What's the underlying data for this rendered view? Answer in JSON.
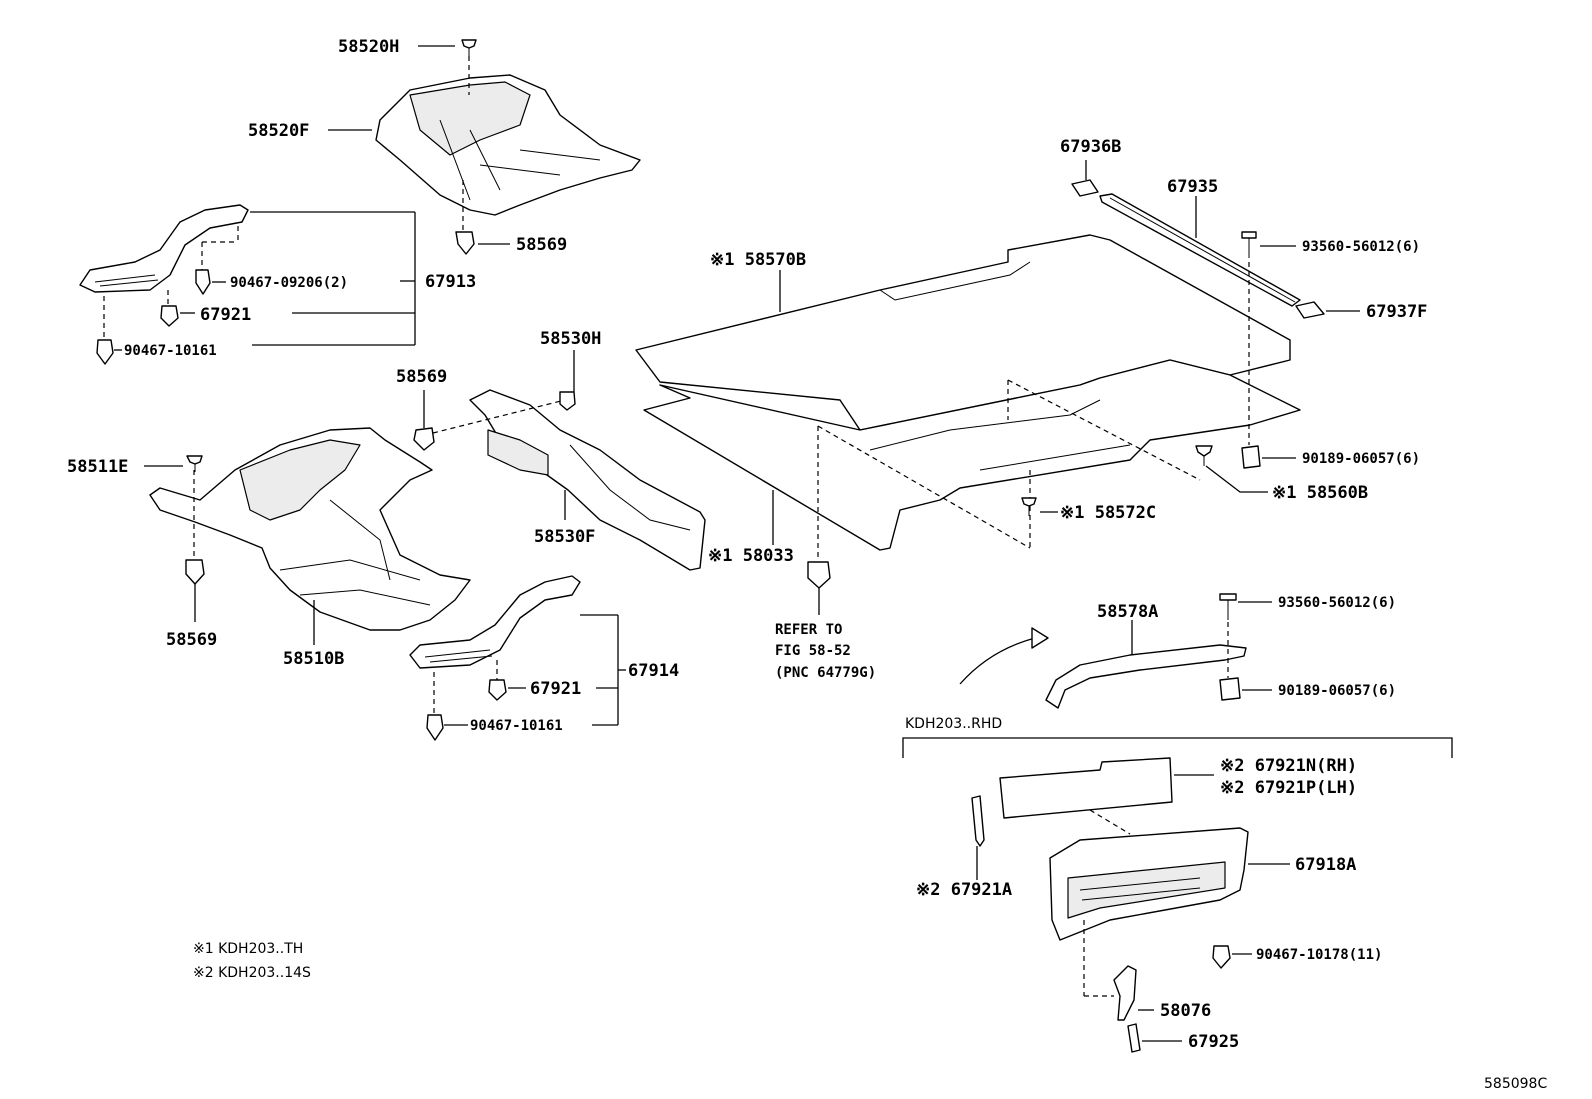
{
  "labels": {
    "p58520H": "58520H",
    "p58520F": "58520F",
    "p58569_top": "58569",
    "p67913": "67913",
    "p90467_09206": "90467-09206(2)",
    "p67921_a": "67921",
    "p90467_10161_a": "90467-10161",
    "p58530H": "58530H",
    "p58569_mid": "58569",
    "p58511E": "58511E",
    "p58530F": "58530F",
    "p58569_low": "58569",
    "p58510B": "58510B",
    "p67914": "67914",
    "p67921_b": "67921",
    "p90467_10161_b": "90467-10161",
    "p58570B": "※1 58570B",
    "p58033": "※1 58033",
    "p67936B": "67936B",
    "p67935": "67935",
    "p93560_a": "93560-56012(6)",
    "p67937F": "67937F",
    "p90189_a": "90189-06057(6)",
    "p58560B": "※1 58560B",
    "p58572C": "※1  58572C",
    "refer1": "REFER TO",
    "refer2": "FIG 58-52",
    "refer3": "(PNC 64779G)",
    "p58578A": "58578A",
    "p93560_b": "93560-56012(6)",
    "p90189_b": "90189-06057(6)",
    "kdh_rhd": "KDH203..RHD",
    "p67921N": "※2  67921N(RH)",
    "p67921P": "※2  67921P(LH)",
    "p67918A": "67918A",
    "p67921A": "※2 67921A",
    "p90467_10178": "90467-10178(11)",
    "p58076": "58076",
    "p67925": "67925",
    "note1": "※1  KDH203..TH",
    "note2": "※2  KDH203..14S",
    "diagram_code": "585098C"
  },
  "colors": {
    "line": "#000000",
    "background": "#ffffff"
  }
}
